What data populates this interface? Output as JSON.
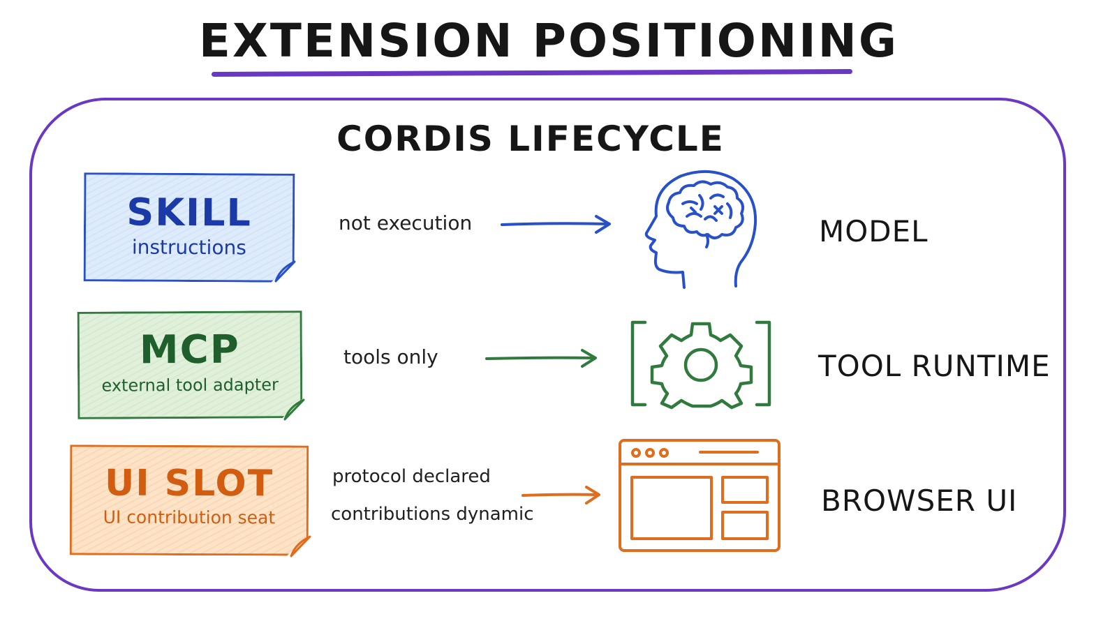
{
  "title": "EXTENSION POSITIONING",
  "lifecycle_title": "CORDIS LIFECYCLE",
  "colors": {
    "frame": "#6a38c2",
    "skill": "#2850c8",
    "mcp": "#2f7a3c",
    "ui_slot": "#e06c1e"
  },
  "rows": [
    {
      "name": "SKILL",
      "description": "instructions",
      "connector": [
        "not execution"
      ],
      "icon": "brain-head-icon",
      "target": "MODEL"
    },
    {
      "name": "MCP",
      "description": "external tool adapter",
      "connector": [
        "tools only"
      ],
      "icon": "gear-icon",
      "target": "TOOL RUNTIME"
    },
    {
      "name": "UI SLOT",
      "description": "UI contribution seat",
      "connector": [
        "protocol declared",
        "contributions dynamic"
      ],
      "icon": "browser-window-icon",
      "target": "BROWSER UI"
    }
  ]
}
